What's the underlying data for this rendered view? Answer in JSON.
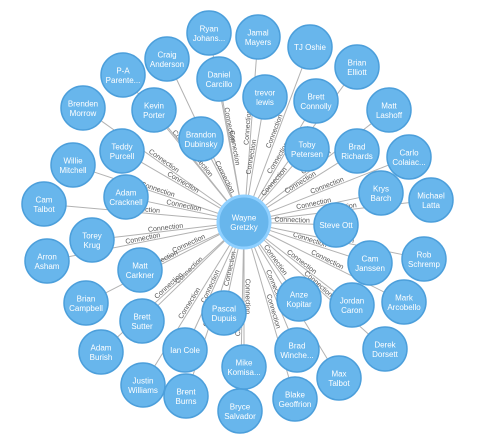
{
  "graph": {
    "relationship": "Connection",
    "center": {
      "name": [
        "Wayne",
        "Gretzky"
      ]
    },
    "nodes": [
      {
        "name": [
          "Ryan",
          "Johans..."
        ]
      },
      {
        "name": [
          "Jamal",
          "Mayers"
        ]
      },
      {
        "name": [
          "TJ Oshie"
        ]
      },
      {
        "name": [
          "Brian",
          "Elliott"
        ]
      },
      {
        "name": [
          "Craig",
          "Anderson"
        ]
      },
      {
        "name": [
          "Daniel",
          "Carcillo"
        ]
      },
      {
        "name": [
          "trevor",
          "lewis"
        ]
      },
      {
        "name": [
          "P-A",
          "Parente..."
        ]
      },
      {
        "name": [
          "Brett",
          "Connolly"
        ]
      },
      {
        "name": [
          "Matt",
          "Lashoff"
        ]
      },
      {
        "name": [
          "Kevin",
          "Porter"
        ]
      },
      {
        "name": [
          "Brenden",
          "Morrow"
        ]
      },
      {
        "name": [
          "Brandon",
          "Dubinsky"
        ]
      },
      {
        "name": [
          "Toby",
          "Petersen"
        ]
      },
      {
        "name": [
          "Brad",
          "Richards"
        ]
      },
      {
        "name": [
          "Carlo",
          "Colaiac..."
        ]
      },
      {
        "name": [
          "Teddy",
          "Purcell"
        ]
      },
      {
        "name": [
          "Willie",
          "Mitchell"
        ]
      },
      {
        "name": [
          "Krys",
          "Barch"
        ]
      },
      {
        "name": [
          "Michael",
          "Latta"
        ]
      },
      {
        "name": [
          "Adam",
          "Cracknell"
        ]
      },
      {
        "name": [
          "Cam",
          "Talbot"
        ]
      },
      {
        "name": [
          "Steve Ott"
        ]
      },
      {
        "name": [
          "Torey",
          "Krug"
        ]
      },
      {
        "name": [
          "Cam",
          "Janssen"
        ]
      },
      {
        "name": [
          "Rob",
          "Schremp"
        ]
      },
      {
        "name": [
          "Arron",
          "Asham"
        ]
      },
      {
        "name": [
          "Matt",
          "Carkner"
        ]
      },
      {
        "name": [
          "Anze",
          "Kopitar"
        ]
      },
      {
        "name": [
          "Mark",
          "Arcobello"
        ]
      },
      {
        "name": [
          "Brian",
          "Campbell"
        ]
      },
      {
        "name": [
          "Jordan",
          "Caron"
        ]
      },
      {
        "name": [
          "Pascal",
          "Dupuis"
        ]
      },
      {
        "name": [
          "Brett",
          "Sutter"
        ]
      },
      {
        "name": [
          "Derek",
          "Dorsett"
        ]
      },
      {
        "name": [
          "Adam",
          "Burish"
        ]
      },
      {
        "name": [
          "Ian Cole"
        ]
      },
      {
        "name": [
          "Brad",
          "Winche..."
        ]
      },
      {
        "name": [
          "Mike",
          "Komisa..."
        ]
      },
      {
        "name": [
          "Max",
          "Talbot"
        ]
      },
      {
        "name": [
          "Justin",
          "Williams"
        ]
      },
      {
        "name": [
          "Brent",
          "Burns"
        ]
      },
      {
        "name": [
          "Blake",
          "Geoffrion"
        ]
      },
      {
        "name": [
          "Bryce",
          "Salvador"
        ]
      }
    ]
  }
}
